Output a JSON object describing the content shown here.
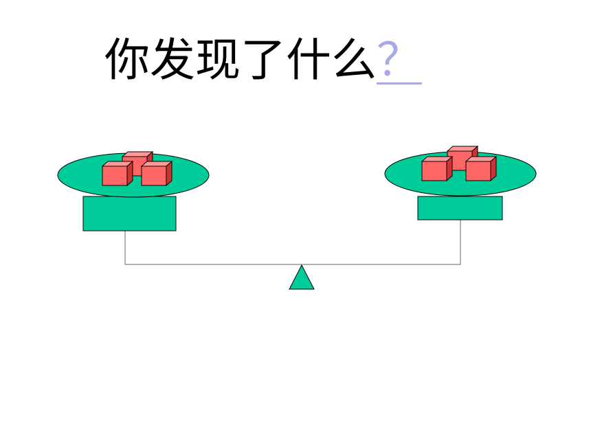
{
  "title": {
    "text": "你发现了什么",
    "mark": "？"
  },
  "colors": {
    "plate": "#00cc99",
    "block_front": "#ff6666",
    "block_top": "#ff9999",
    "block_side": "#cc3333",
    "beam": "#808080"
  },
  "scale": {
    "left_pan_blocks": 3,
    "right_pan_blocks": 3,
    "left_pan_state": "lower",
    "right_pan_state": "higher"
  }
}
